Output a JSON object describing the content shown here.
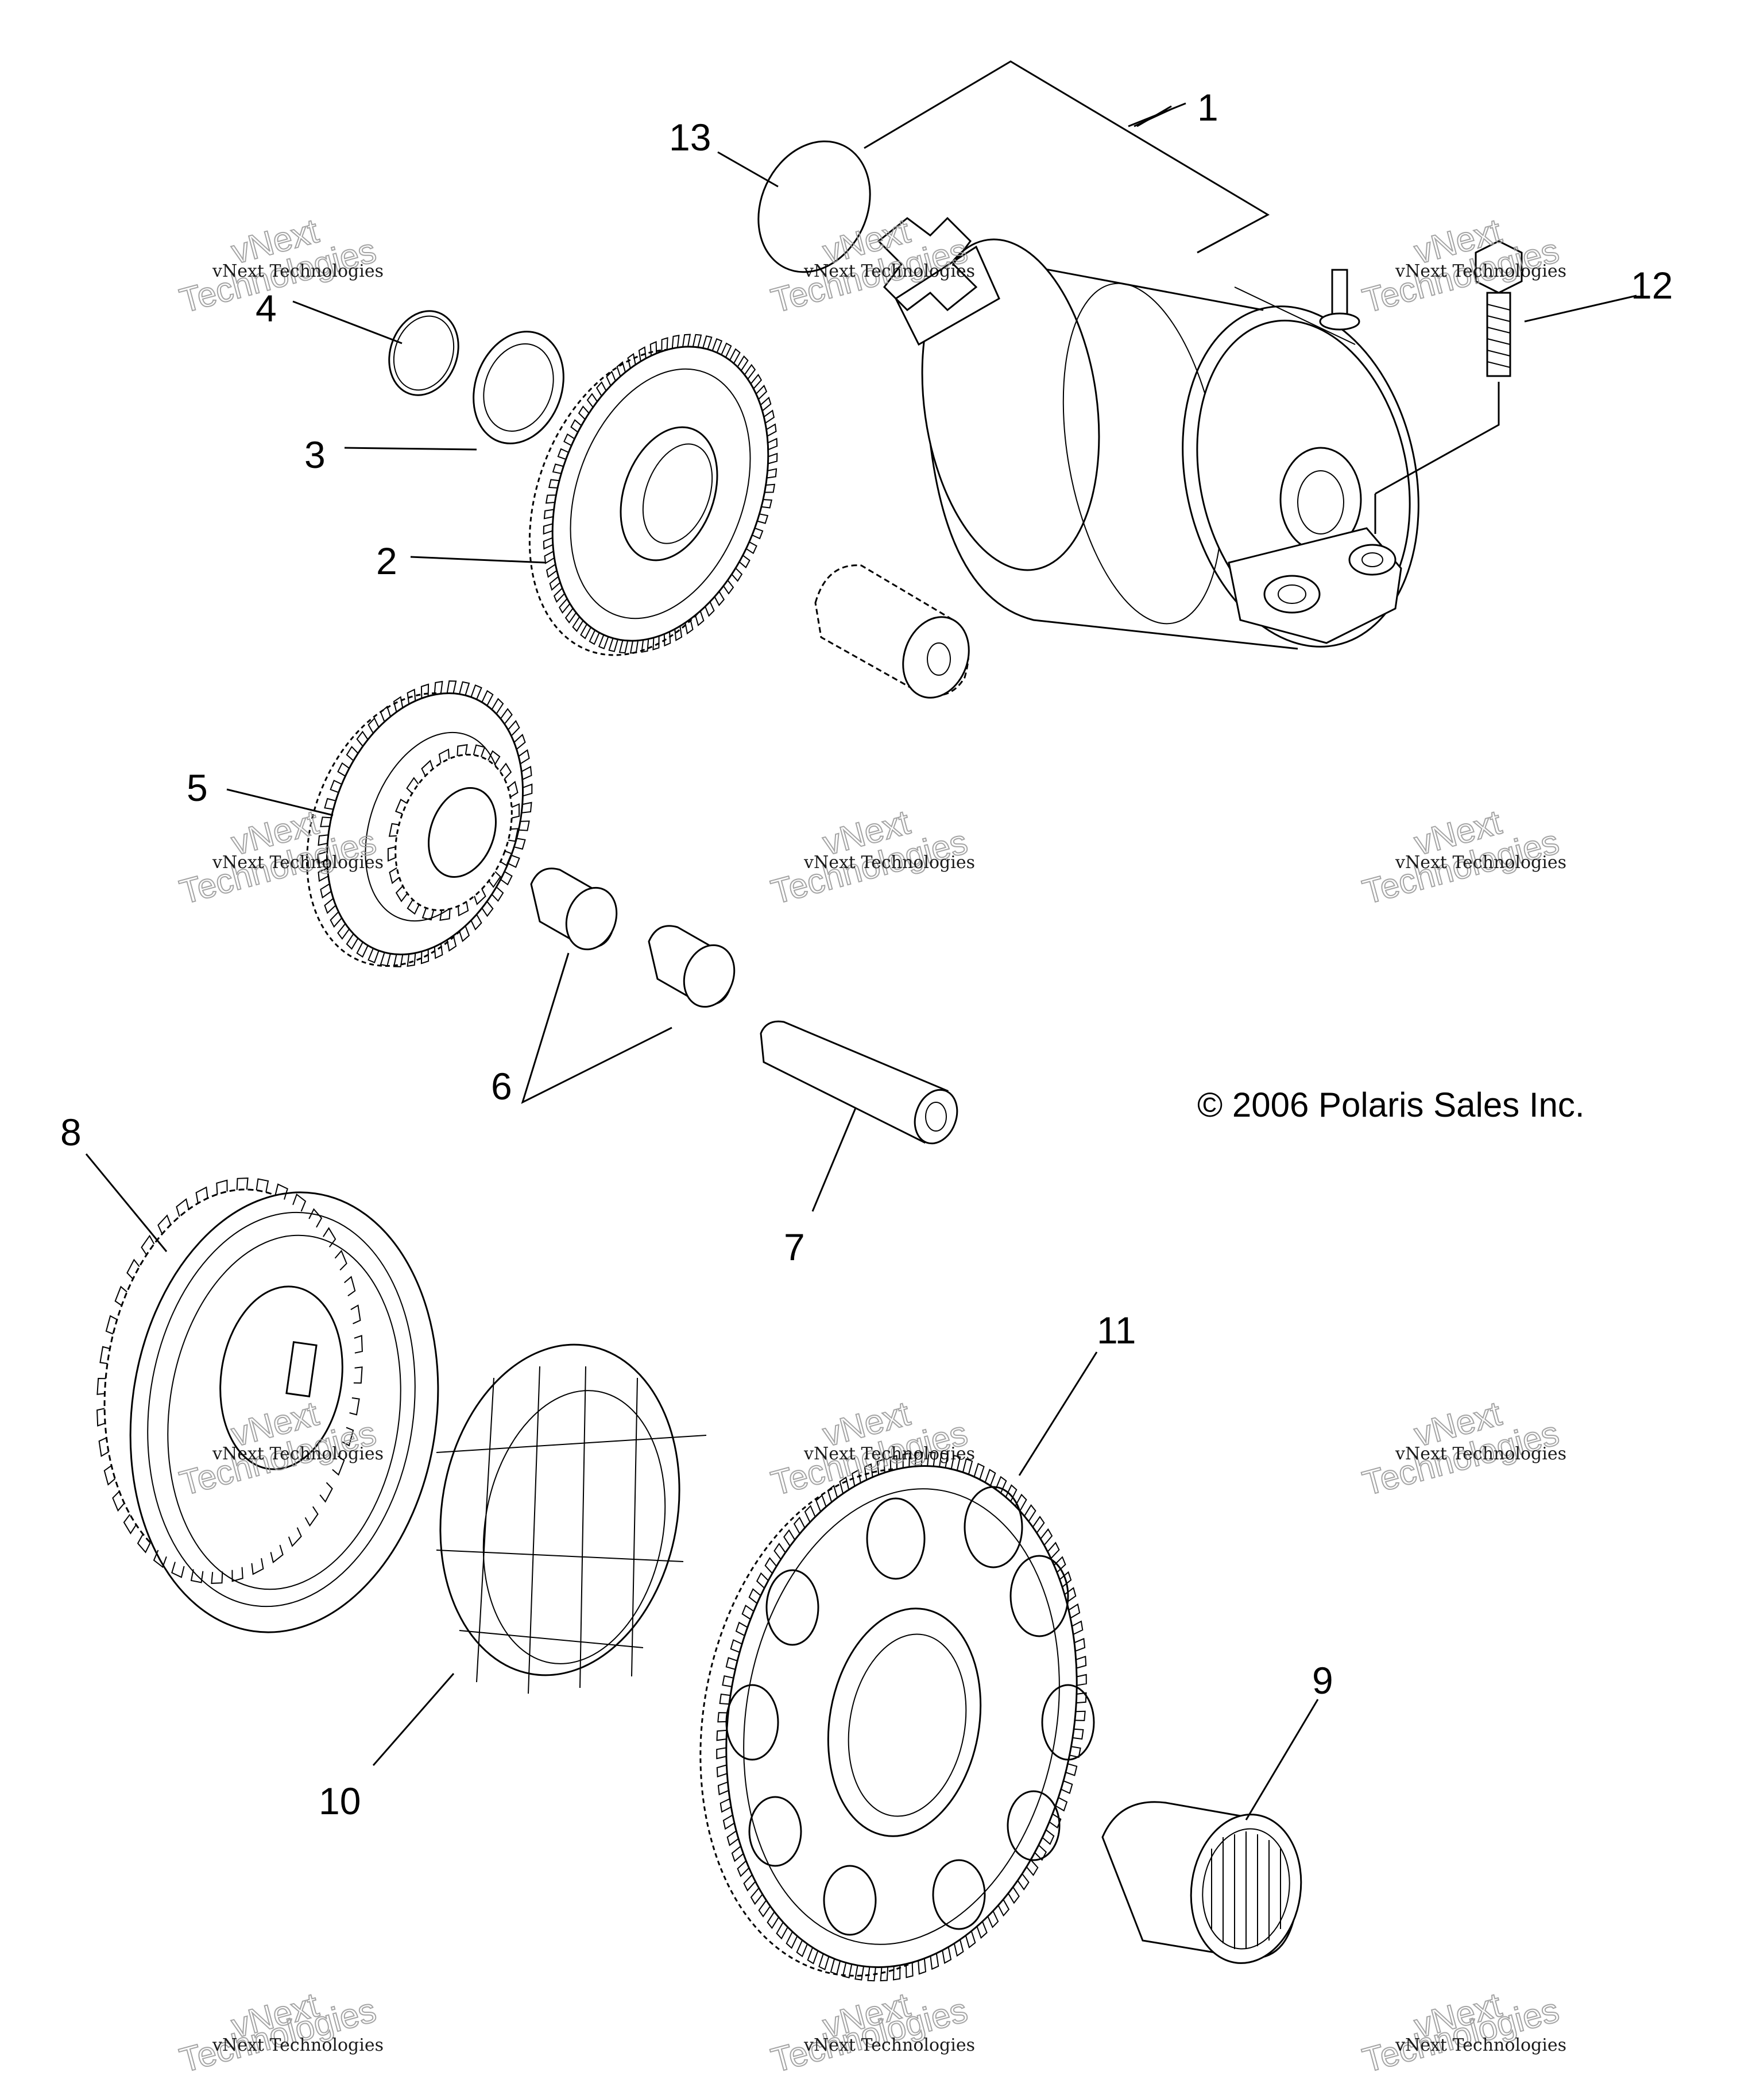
{
  "copyright": "© 2006 Polaris Sales Inc.",
  "watermark": {
    "small": "vNext Technologies",
    "big_line1": "vNext",
    "big_line2": "Technologies"
  },
  "callouts": [
    {
      "id": "1",
      "text": "1"
    },
    {
      "id": "2",
      "text": "2"
    },
    {
      "id": "3",
      "text": "3"
    },
    {
      "id": "4",
      "text": "4"
    },
    {
      "id": "5",
      "text": "5"
    },
    {
      "id": "6",
      "text": "6"
    },
    {
      "id": "7",
      "text": "7"
    },
    {
      "id": "8",
      "text": "8"
    },
    {
      "id": "9",
      "text": "9"
    },
    {
      "id": "10",
      "text": "10"
    },
    {
      "id": "11",
      "text": "11"
    },
    {
      "id": "12",
      "text": "12"
    },
    {
      "id": "13",
      "text": "13"
    }
  ]
}
